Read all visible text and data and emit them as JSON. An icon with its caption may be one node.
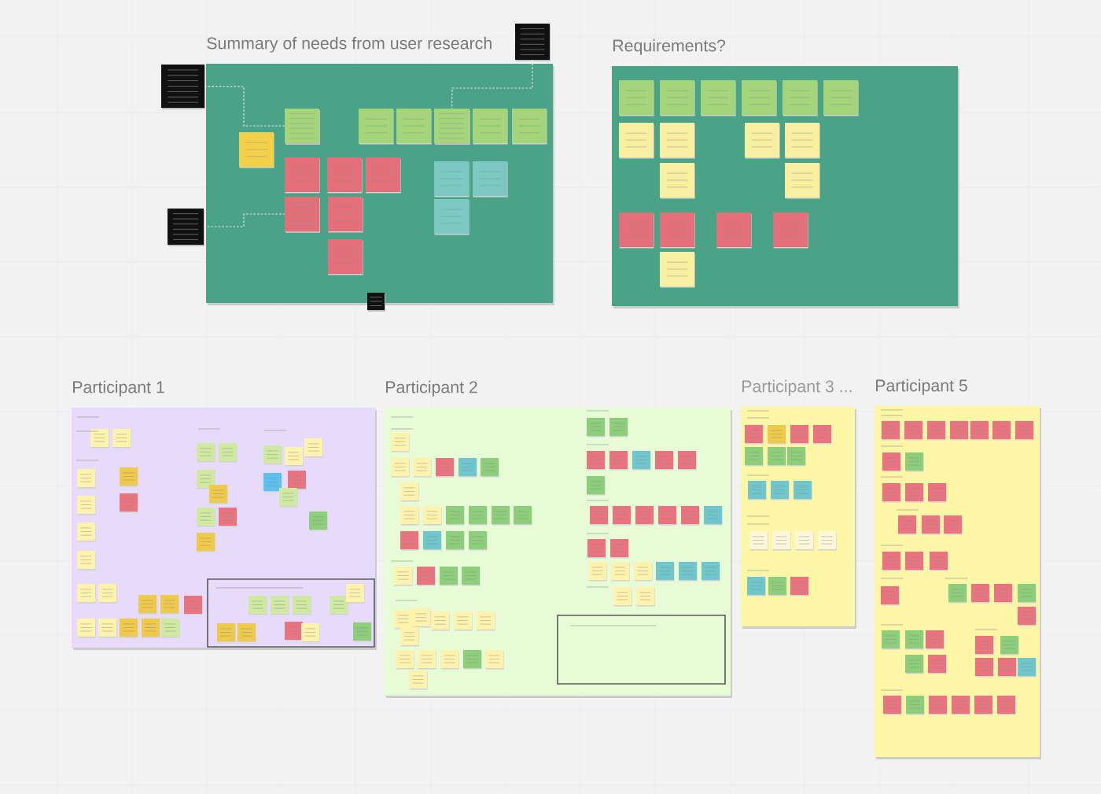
{
  "diagram": {
    "nodes": [
      {
        "text": [
          "Summary of needs from user research"
        ]
      },
      {
        "text": [
          "Requirements?"
        ]
      },
      {
        "text": [
          "Participant 1"
        ]
      },
      {
        "text": [
          "Participant 2"
        ]
      },
      {
        "text": [
          "Participant 3 ..."
        ]
      },
      {
        "text": [
          "Participant 5"
        ]
      },
      {
        "text": [],
        "shape": "box"
      },
      {
        "text": [],
        "shape": "box"
      },
      {
        "text": [],
        "shape": "box"
      },
      {
        "text": [],
        "shape": "box",
        "in": 0
      },
      {
        "text": [],
        "shape": "box",
        "in": 0
      },
      {
        "text": [],
        "shape": "box",
        "in": 0
      },
      {
        "text": [],
        "shape": "box",
        "in": 0
      }
    ],
    "edges": [
      {
        "from": 7,
        "to": 10,
        "arrow": "none",
        "style": "dashed"
      },
      {
        "from": 6,
        "to": 11,
        "arrow": "none",
        "style": "dashed"
      },
      {
        "from": 8,
        "to": 12,
        "arrow": "none",
        "style": "dashed"
      }
    ]
  }
}
